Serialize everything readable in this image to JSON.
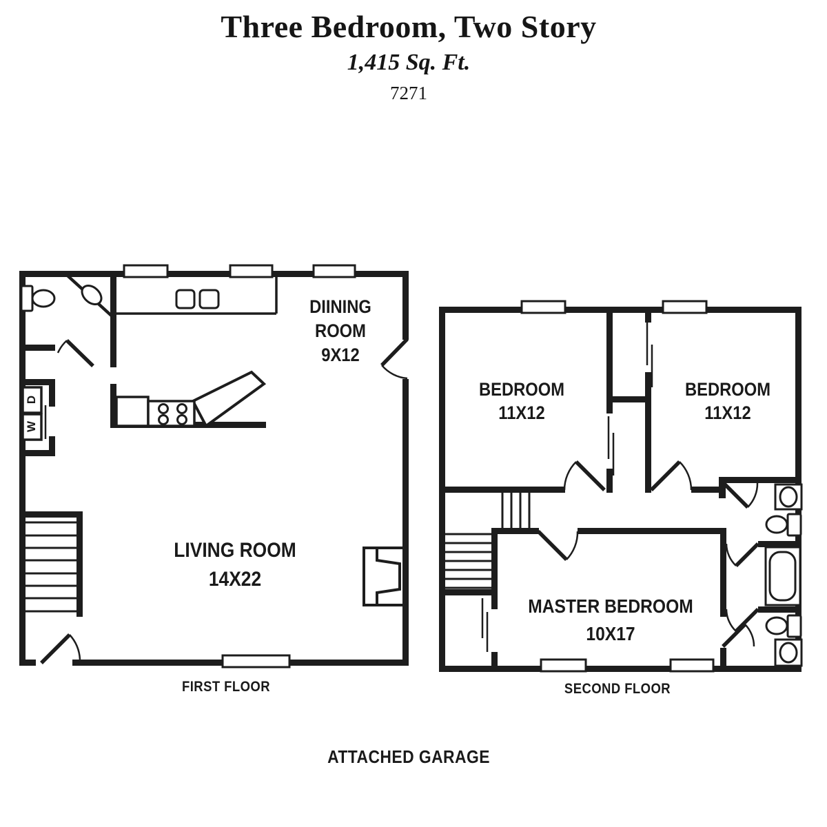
{
  "header": {
    "title": "Three Bedroom, Two Story",
    "subtitle_sqft": "1,415 Sq. Ft.",
    "plan_number": "7271"
  },
  "first_floor": {
    "label": "FIRST FLOOR",
    "rooms": {
      "dining": {
        "line1": "DIINING",
        "line2": "ROOM",
        "dims": "9X12"
      },
      "living": {
        "name": "LIVING ROOM",
        "dims": "14X22"
      }
    },
    "laundry": {
      "washer": "W",
      "dryer": "D"
    }
  },
  "second_floor": {
    "label": "SECOND FLOOR",
    "rooms": {
      "bedroom1": {
        "name": "BEDROOM",
        "dims": "11X12"
      },
      "bedroom2": {
        "name": "BEDROOM",
        "dims": "11X12"
      },
      "master": {
        "name": "MASTER BEDROOM",
        "dims": "10X17"
      }
    }
  },
  "footer": {
    "garage_label": "ATTACHED GARAGE"
  },
  "colors": {
    "wall": "#1d1d1d",
    "text": "#1a1a1a",
    "background": "#ffffff"
  }
}
